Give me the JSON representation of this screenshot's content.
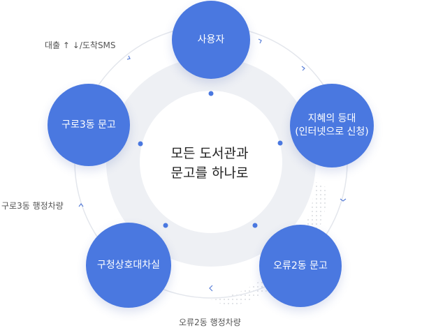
{
  "center": {
    "line1": "모든 도서관과",
    "line2": "문고를 하나로"
  },
  "nodes": {
    "top": "사용자",
    "right_line1": "지혜의 등대",
    "right_line2": "(인터넷으로 신청)",
    "bottom_right": "오류2동 문고",
    "bottom_left": "구청상호대차실",
    "left": "구로3동 문고"
  },
  "edge_labels": {
    "top_left": "대출 ↑ ↓/도착SMS",
    "left": "구로3동 행정차량",
    "bottom": "오류2동 행정차량"
  },
  "colors": {
    "node": "#4a78e0",
    "ring": "#eef0f4",
    "dot": "#4a78e0"
  }
}
